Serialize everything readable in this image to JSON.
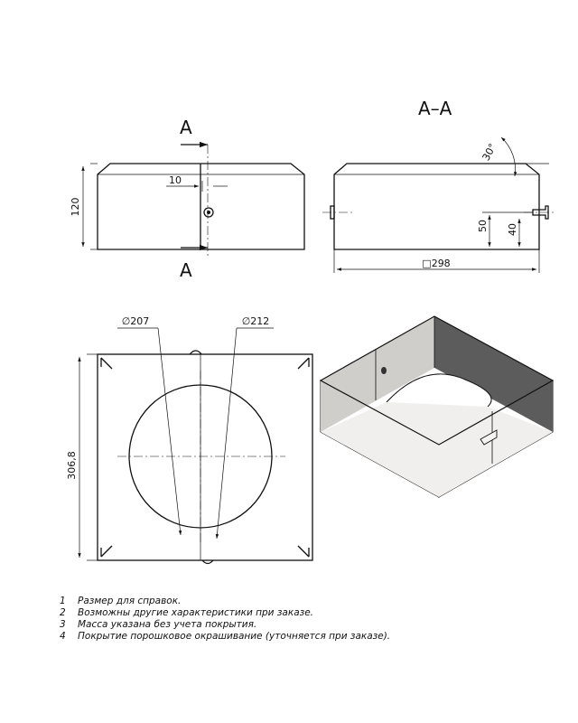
{
  "section_label": "A–A",
  "cut_marker": "A",
  "front_view": {
    "dim_height": "120",
    "dim_offset": "10"
  },
  "section_view": {
    "dim_angle": "30°",
    "dim_50": "50",
    "dim_40": "40",
    "dim_width": "□298"
  },
  "top_view": {
    "dim_d1": "∅207",
    "dim_d2": "∅212",
    "dim_side": "306,8"
  },
  "notes": [
    {
      "num": "1",
      "text": "Размер для справок."
    },
    {
      "num": "2",
      "text": "Возможны другие характеристики при заказе."
    },
    {
      "num": "3",
      "text": "Масса указана без учета покрытия."
    },
    {
      "num": "4",
      "text": "Покрытие порошковое окрашивание (уточняется при заказе)."
    }
  ]
}
